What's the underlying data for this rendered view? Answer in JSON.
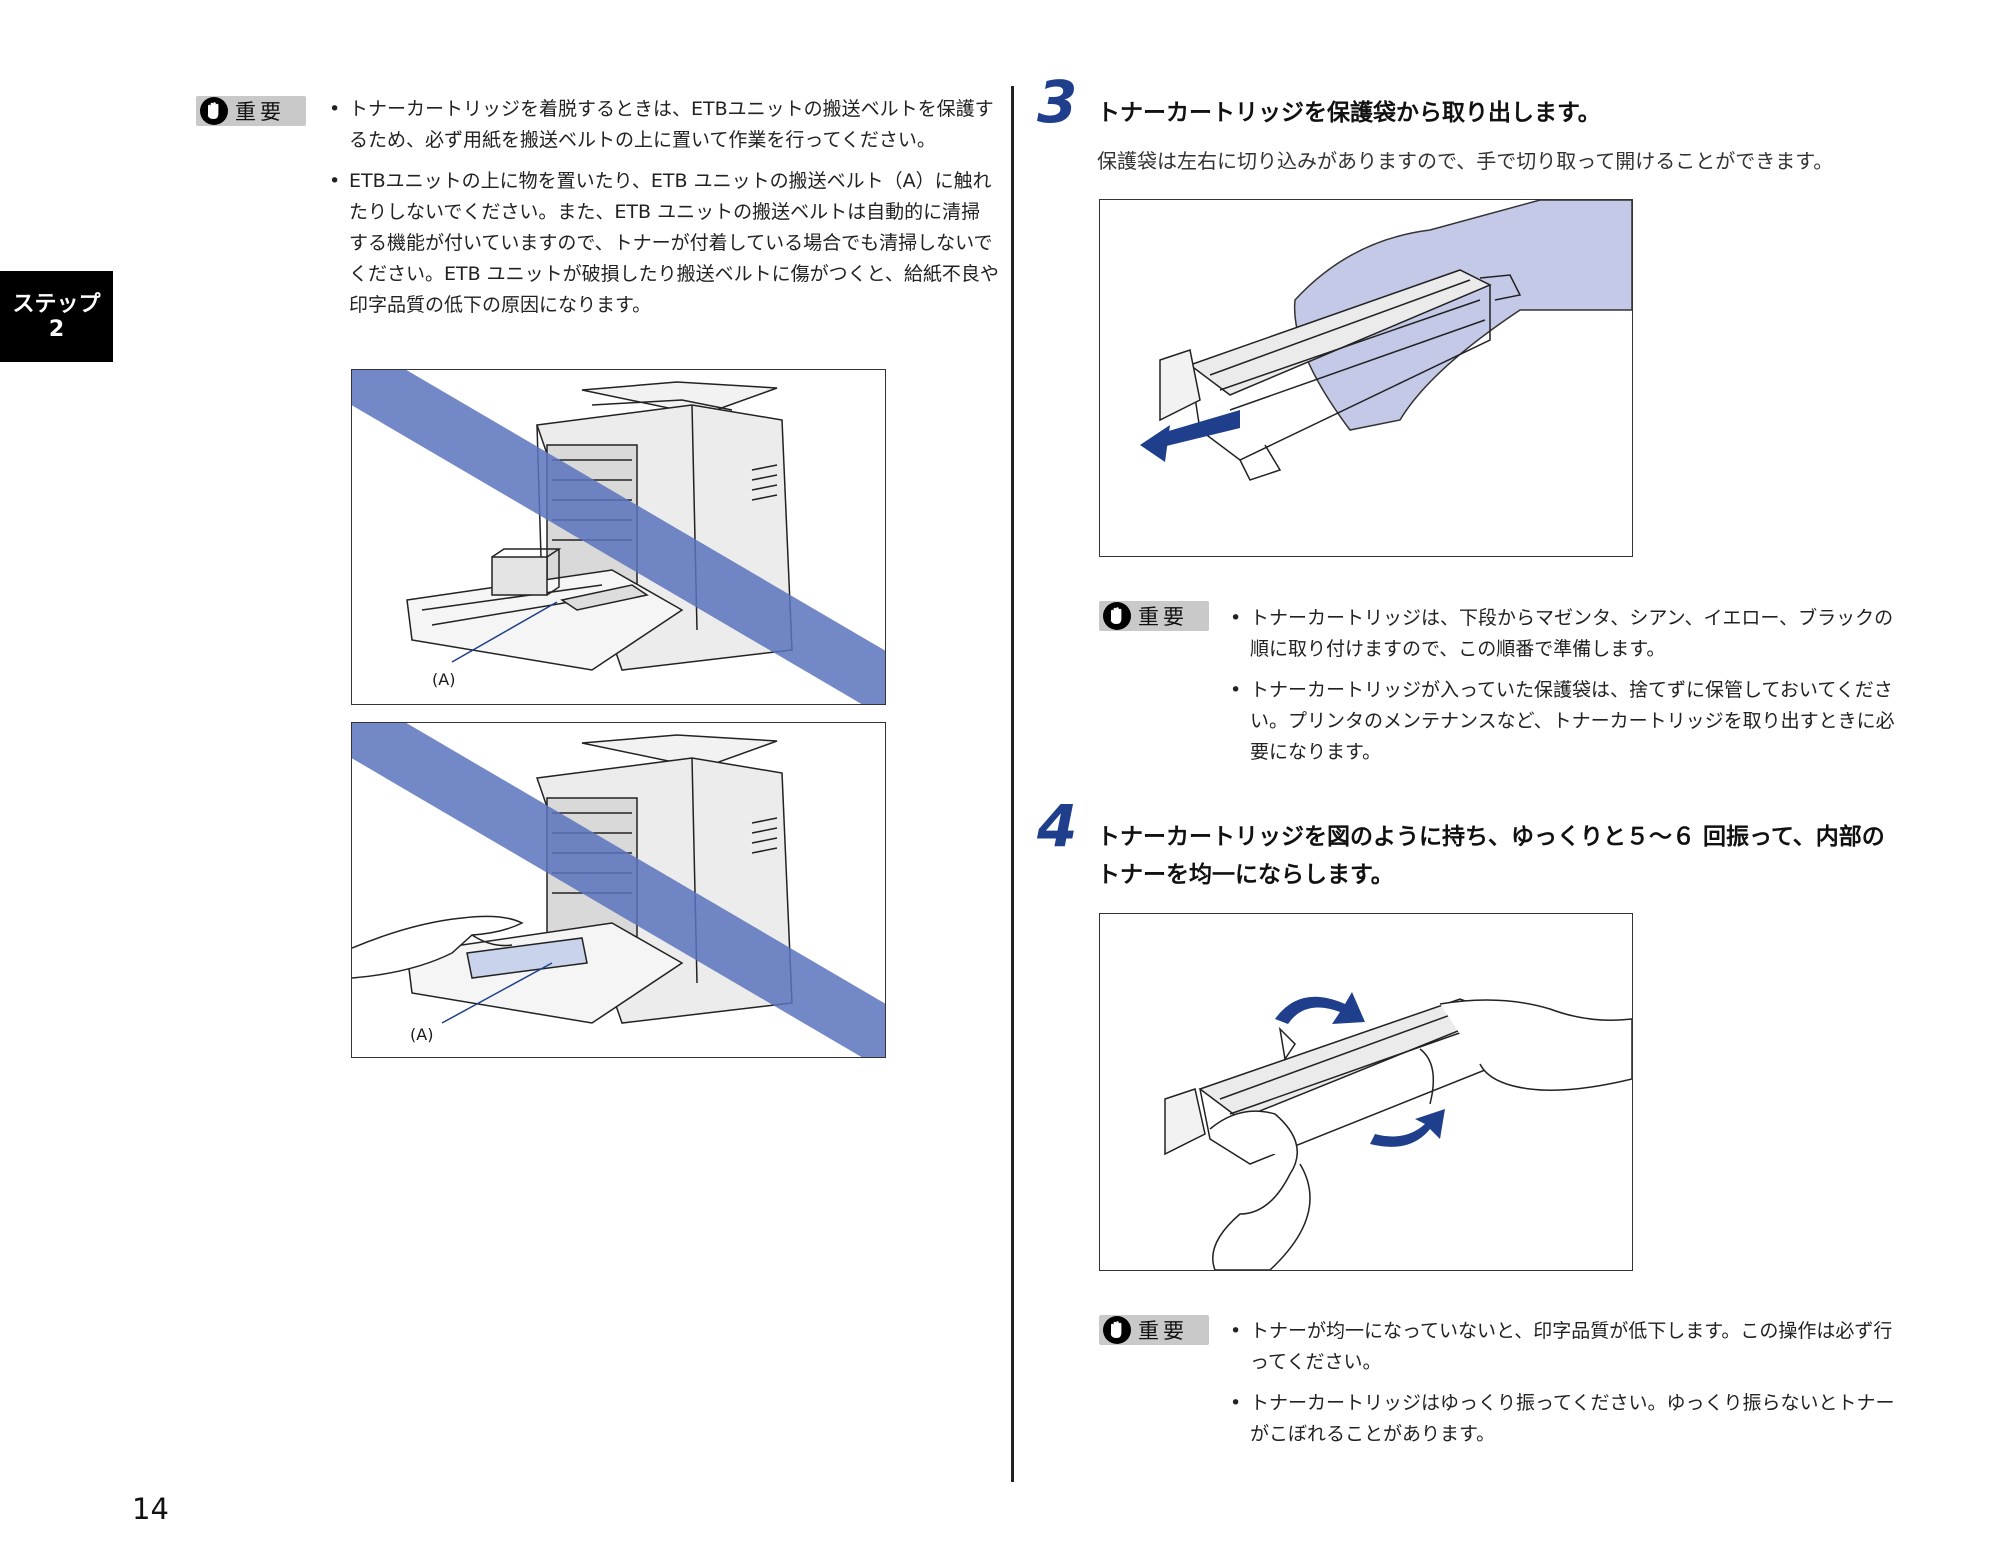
{
  "step_tab": {
    "line1": "ステップ",
    "line2": "2"
  },
  "important_label": "重要",
  "left_notes": [
    "トナーカートリッジを着脱するときは、ETBユニットの搬送ベルトを保護するため、必ず用紙を搬送ベルトの上に置いて作業を行ってください。",
    "ETBユニットの上に物を置いたり、ETB ユニットの搬送ベルト（A）に触れたりしないでください。また、ETB ユニットの搬送ベルトは自動的に清掃する機能が付いていますので、トナーが付着している場合でも清掃しないでください。ETB ユニットが破損したり搬送ベルトに傷がつくと、給紙不良や印字品質の低下の原因になります。"
  ],
  "figure_labels": {
    "a1": "(A)",
    "a2": "(A)"
  },
  "step3": {
    "number": "3",
    "title": "トナーカートリッジを保護袋から取り出します。",
    "desc": "保護袋は左右に切り込みがありますので、手で切り取って開けることができます。",
    "notes": [
      "トナーカートリッジは、下段からマゼンタ、シアン、イエロー、ブラックの順に取り付けますので、この順番で準備します。",
      "トナーカートリッジが入っていた保護袋は、捨てずに保管しておいてください。プリンタのメンテナンスなど、トナーカートリッジを取り出すときに必要になります。"
    ]
  },
  "step4": {
    "number": "4",
    "title_line1": "トナーカートリッジを図のように持ち、ゆっくりと５～６ 回振って、内部の",
    "title_line2": "トナーを均一にならします。",
    "notes": [
      "トナーが均一になっていないと、印字品質が低下します。この操作は必ず行ってください。",
      "トナーカートリッジはゆっくり振ってください。ゆっくり振らないとトナーがこぼれることがあります。"
    ]
  },
  "page_number": "14",
  "colors": {
    "prohibit_stripe": "#5b74bd",
    "step_number": "#1f3f8c",
    "bag_fill": "#c3c9e6",
    "arrow": "#1f3f8c"
  },
  "icons": [
    "hand-stop-icon",
    "pull-arrow-icon",
    "rotate-arrow-icon"
  ]
}
